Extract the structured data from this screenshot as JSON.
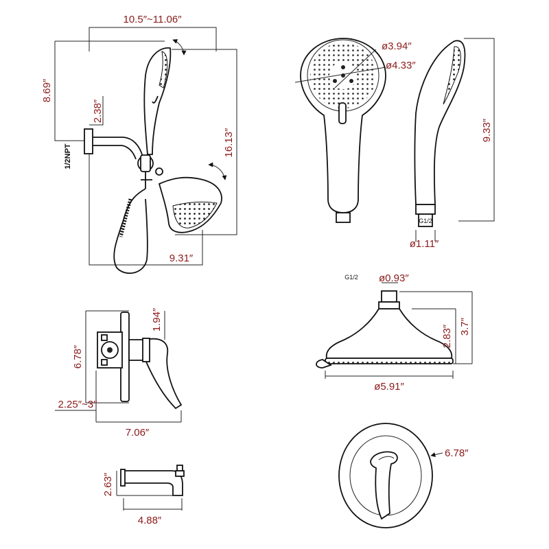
{
  "colors": {
    "dimension_text": "#8b1a1a",
    "line": "#222222",
    "background": "#ffffff"
  },
  "diagram": {
    "overall": {
      "width_range": "10.5″~11.06″",
      "handheld_height": "8.69″",
      "arm_rise": "2.38″",
      "pipe_thread": "1/2NPT",
      "total_height": "16.13″",
      "reach": "9.31″"
    },
    "handheld": {
      "face_diameter": "ø3.94″",
      "head_diameter": "ø4.33″",
      "length": "9.33″",
      "connector_diameter": "ø1.11″",
      "thread_label": "G1/2"
    },
    "showerhead": {
      "thread_label": "G1/2",
      "connector_diameter": "ø0.93″",
      "bell_height": "2.83″",
      "total_height": "3.7″",
      "face_diameter": "ø5.91″"
    },
    "valve": {
      "plate_height": "6.78″",
      "handle_offset": "1.94″",
      "wall_depth": "2.25″~3″",
      "depth": "7.06″"
    },
    "trim": {
      "plate_diameter": "6.78″"
    },
    "spout": {
      "height": "2.63″",
      "length": "4.88″"
    }
  }
}
